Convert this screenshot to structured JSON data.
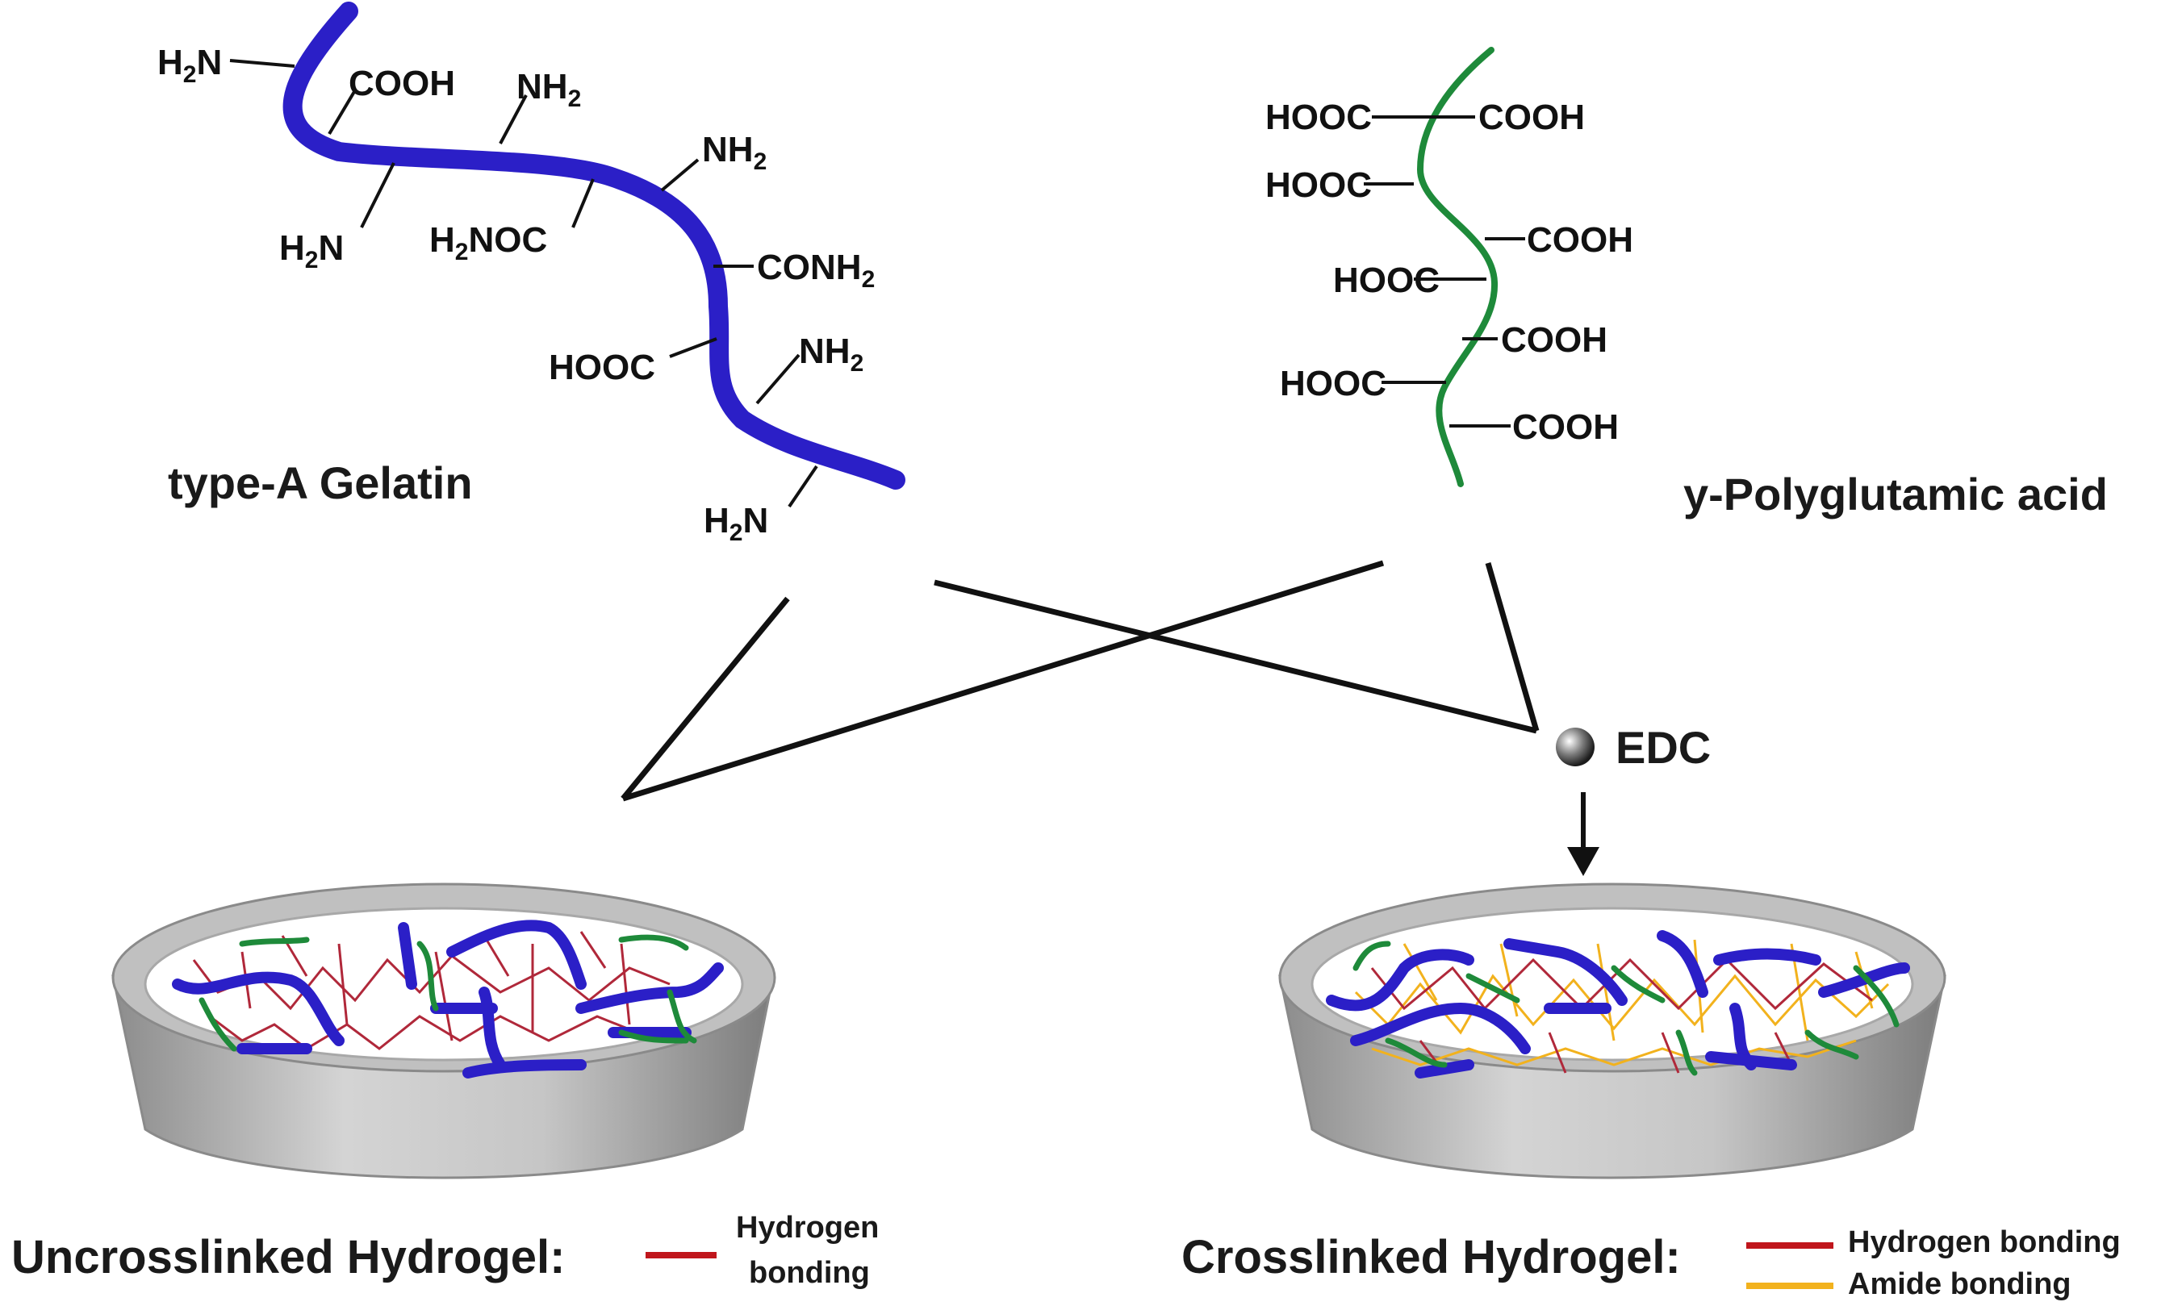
{
  "gelatin": {
    "label": "type-A Gelatin",
    "groups": {
      "g1": "H",
      "g1_sub": "2",
      "g1_tail": "N",
      "g2": "COOH",
      "g3": "NH",
      "g3_sub": "2",
      "g4": "NH",
      "g4_sub": "2",
      "g5": "H",
      "g5_sub": "2",
      "g5_tail": "N",
      "g6": "H",
      "g6_sub": "2",
      "g6_tail": "NOC",
      "g7": "CONH",
      "g7_sub": "2",
      "g8": "HOOC",
      "g9": "NH",
      "g9_sub": "2",
      "g10": "H",
      "g10_sub": "2",
      "g10_tail": "N"
    }
  },
  "pga": {
    "label": "y-Polyglutamic acid",
    "groups": [
      "HOOC",
      "COOH",
      "HOOC",
      "COOH",
      "HOOC",
      "COOH",
      "HOOC",
      "COOH"
    ]
  },
  "edc": {
    "label": "EDC"
  },
  "uncrosslinked": {
    "caption": "Uncrosslinked Hydrogel:",
    "legend_line1": "Hydrogen",
    "legend_line2": "bonding"
  },
  "crosslinked": {
    "caption": "Crosslinked Hydrogel:",
    "legend_hydrogen": "Hydrogen bonding",
    "legend_amide": "Amide bonding"
  },
  "colors": {
    "gelatin": "#2b1fc7",
    "pga": "#1e8a3a",
    "hydrogen_bond": "#c0161c",
    "amide_bond": "#f2b21d",
    "dish": "#bdbdbd"
  }
}
